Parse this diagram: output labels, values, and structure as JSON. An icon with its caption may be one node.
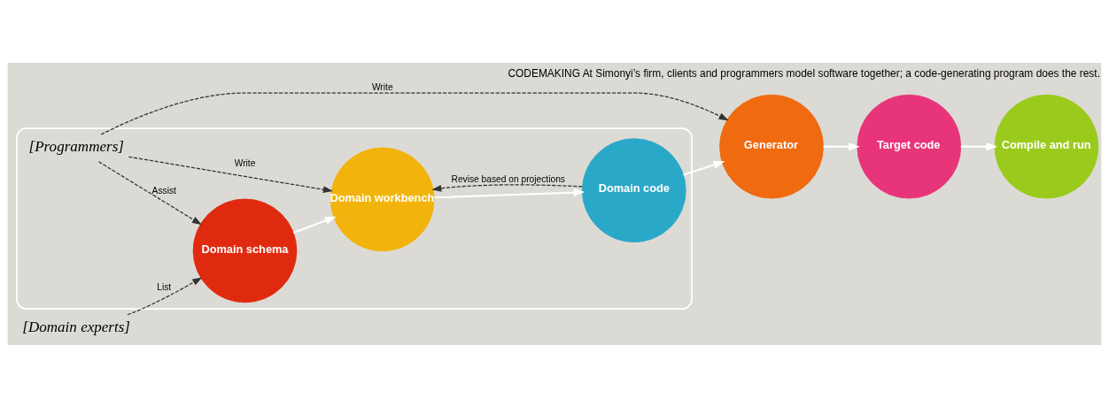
{
  "diagram": {
    "caption": "CODEMAKING At Simonyi’s firm, clients and programmers model software together; a code-generating program does the rest.",
    "nodes": [
      {
        "text": [],
        "shape": "ellipse"
      },
      {
        "text": [
          "[Domain experts]"
        ]
      },
      {
        "text": [
          "[Programmers]"
        ],
        "in": 0
      },
      {
        "text": [
          "Domain schema"
        ],
        "in": 0
      },
      {
        "text": [
          "Domain workbench"
        ],
        "in": 0
      },
      {
        "text": [
          "Domain code"
        ],
        "in": 0
      },
      {
        "text": [
          "Generator"
        ]
      },
      {
        "text": [
          "Target code"
        ]
      },
      {
        "text": [
          "Compile and run"
        ]
      }
    ],
    "edges": [
      {
        "from": 1,
        "to": 3,
        "arrow": "to",
        "label": "List",
        "style": "dashed",
        "color": "#333333"
      },
      {
        "from": 2,
        "to": 3,
        "arrow": "to",
        "label": "Assist",
        "style": "dashed",
        "color": "#333333"
      },
      {
        "from": 2,
        "to": 4,
        "arrow": "to",
        "label": "Write",
        "style": "dashed",
        "color": "#333333"
      },
      {
        "from": 2,
        "to": 6,
        "arrow": "to",
        "label": "Write",
        "style": "dashed",
        "color": "#333333"
      },
      {
        "from": 3,
        "to": 4,
        "arrow": "to",
        "color": "#ffffff"
      },
      {
        "from": 4,
        "to": 5,
        "arrow": "to",
        "color": "#ffffff"
      },
      {
        "from": 5,
        "to": 6,
        "arrow": "to",
        "color": "#ffffff"
      },
      {
        "from": 6,
        "to": 7,
        "arrow": "to",
        "color": "#ffffff"
      },
      {
        "from": 7,
        "to": 8,
        "arrow": "to",
        "color": "#ffffff"
      },
      {
        "from": 5,
        "to": 4,
        "arrow": "to",
        "label": "Revise based on projections",
        "style": "dashed",
        "color": "#333333"
      }
    ]
  }
}
